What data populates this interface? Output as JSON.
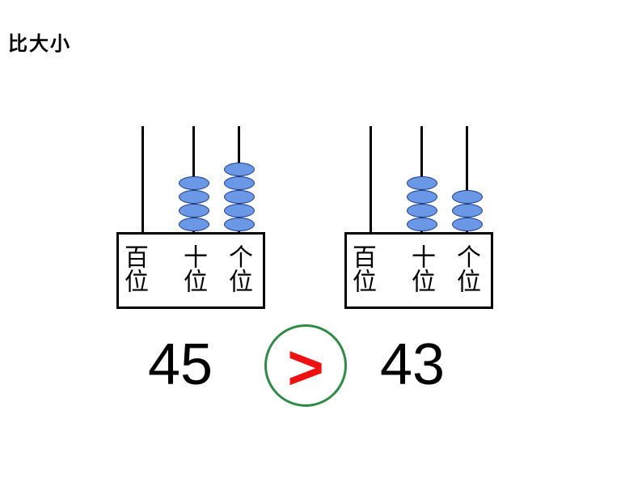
{
  "title": "比大小",
  "left": {
    "place_labels": [
      "百位",
      "十位",
      "个位"
    ],
    "beads": {
      "hundreds": 0,
      "tens": 4,
      "ones": 5
    },
    "number": "45"
  },
  "right": {
    "place_labels": [
      "百位",
      "十位",
      "个位"
    ],
    "beads": {
      "hundreds": 0,
      "tens": 4,
      "ones": 3
    },
    "number": "43"
  },
  "comparison_sign": ">",
  "colors": {
    "bead": "#6b98e6",
    "bead_border": "#1e3d8a",
    "circle": "#2e8b45",
    "sign": "#ee1111"
  }
}
